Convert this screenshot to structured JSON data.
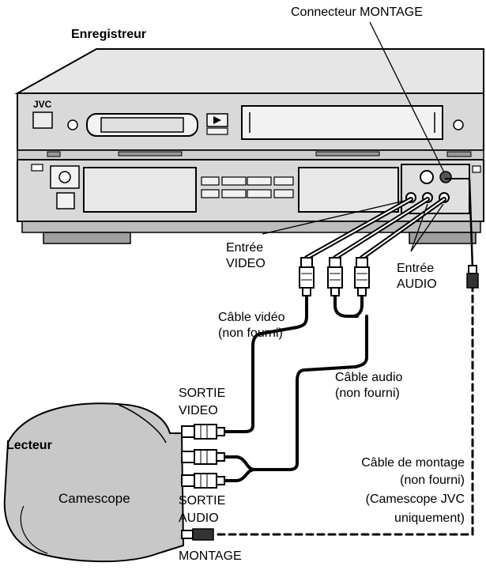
{
  "labels": {
    "recorder_title": "Enregistreur",
    "montage_connector": "Connecteur MONTAGE",
    "brand": "JVC",
    "video_input_line1": "Entrée",
    "video_input_line2": "VIDEO",
    "audio_input_line1": "Entrée",
    "audio_input_line2": "AUDIO",
    "video_cable_line1": "Câble vidéo",
    "video_cable_line2": "(non fourni)",
    "audio_cable_line1": "Câble audio",
    "audio_cable_line2": "(non fourni)",
    "video_out_line1": "SORTIE",
    "video_out_line2": "VIDEO",
    "audio_out_line1": "SORTIE",
    "audio_out_line2": "AUDIO",
    "player_title": "Lecteur",
    "camcorder": "Camescope",
    "edit_cable_line1": "Câble de montage",
    "edit_cable_line2": "(non fourni)",
    "edit_cable_line3": "(Camescope JVC",
    "edit_cable_line4": "uniquement)",
    "montage_out": "MONTAGE"
  },
  "colors": {
    "device_body": "#d9d9d9",
    "camcorder_body": "#c8c8c8",
    "line": "#000000"
  }
}
